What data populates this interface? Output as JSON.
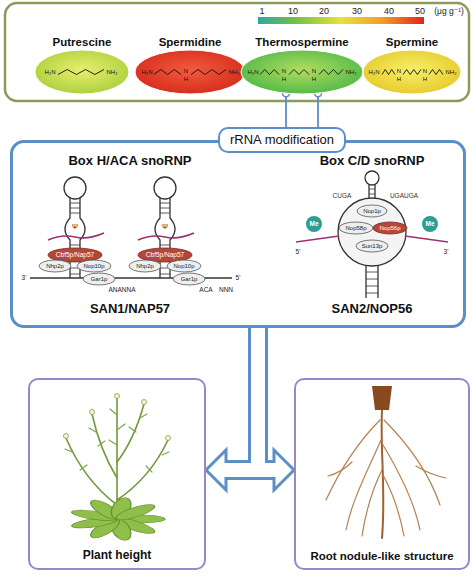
{
  "diagram": {
    "nodes": [
      {
        "text": [
          "Putrescine"
        ]
      },
      {
        "text": [
          "Spermidine"
        ]
      },
      {
        "text": [
          "Thermospermine"
        ]
      },
      {
        "text": [
          "Spermine"
        ]
      },
      {
        "text": [
          "rRNA modification"
        ]
      },
      {
        "text": [
          "Box H/ACA snoRNP",
          "Box C/D snoRNP",
          "SAN1/NAP57",
          "SAN2/NOP56"
        ]
      },
      {
        "text": [
          "Plant height"
        ]
      },
      {
        "text": [
          "Root nodule-like structure"
        ]
      }
    ],
    "edges": [
      {
        "from": 2,
        "to": 4,
        "arrow": "none"
      },
      {
        "from": 2,
        "to": 4,
        "arrow": "none"
      },
      {
        "from": 5,
        "to": 6,
        "arrow": "to"
      },
      {
        "from": 5,
        "to": 7,
        "arrow": "to"
      }
    ],
    "labels": [
      "1",
      "10",
      "20",
      "30",
      "40",
      "50",
      "(μg g⁻¹)",
      "H₂N",
      "NH₂",
      "H₂N",
      "N",
      "H",
      "NH₂",
      "H₂N",
      "N",
      "H",
      "N",
      "H",
      "NH₂",
      "H₂N",
      "N",
      "H",
      "N",
      "H",
      "NH₂",
      "Ψ",
      "Ψ",
      "Cbf5p/Nap57",
      "Cbf5p/Nap57",
      "Nhp2p",
      "Nop10p",
      "Nhp2p",
      "Nop10p",
      "Gar1p",
      "Gar1p",
      "ANANNA",
      "ACA",
      "NNN",
      "3'",
      "5'",
      "CUGA",
      "UGAUGA",
      "Nop1p",
      "Nop58p",
      "Nop56p",
      "Sun13p",
      "Me",
      "Me",
      "5'",
      "3'"
    ]
  }
}
